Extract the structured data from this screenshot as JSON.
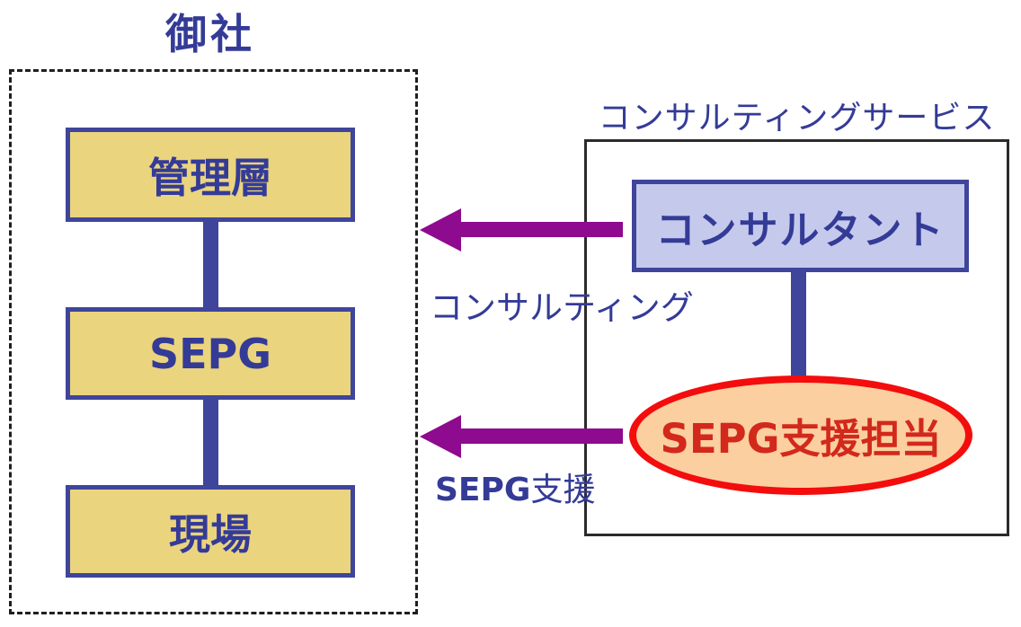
{
  "company": {
    "title": "御社",
    "levels": [
      {
        "label": "管理層"
      },
      {
        "label": "SEPG"
      },
      {
        "label": "現場"
      }
    ]
  },
  "consulting": {
    "title": "コンサルティングサービス",
    "consultant": "コンサルタント",
    "sepg_support": "SEPG支援担当"
  },
  "arrows": {
    "consulting_label": "コンサルティング",
    "sepg_label_en": "SEPG",
    "sepg_label_ja": "支援"
  },
  "colors": {
    "navy_text": "#343B97",
    "navy_line": "#3F459B",
    "box_yellow": "#EBD47E",
    "box_lavender": "#C5CAEC",
    "ellipse_peach": "#FBCFA0",
    "ellipse_border": "#F30D0D",
    "red_text": "#D3281C",
    "arrow_purple": "#8E0A8E",
    "frame_line": "#2B2B2B"
  }
}
